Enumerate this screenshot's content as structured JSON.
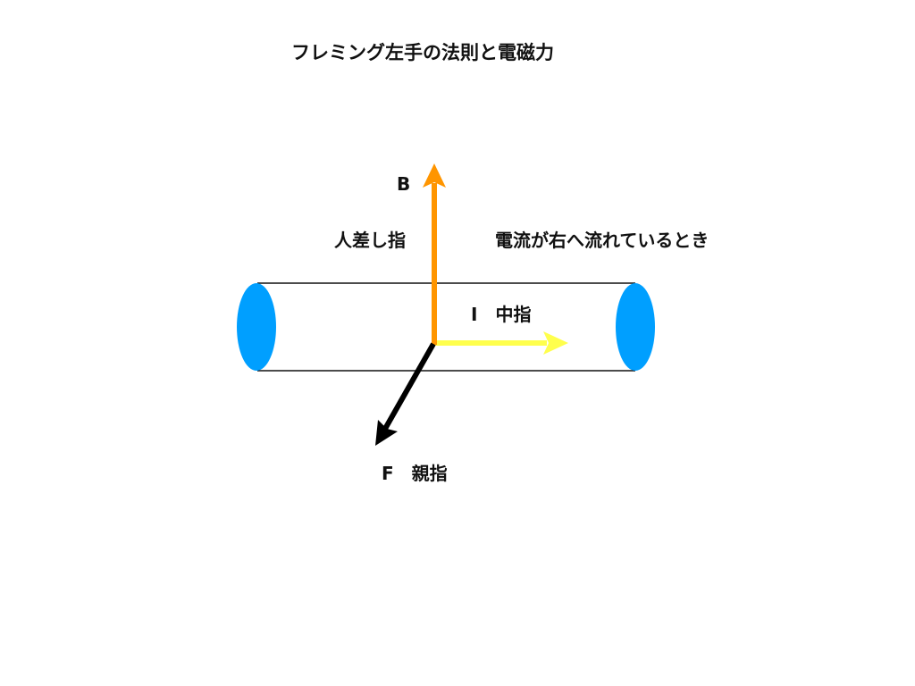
{
  "title": "フレミング左手の法則と電磁力",
  "labels": {
    "b": "B",
    "index_finger": "人差し指",
    "condition": "電流が右へ流れているとき",
    "current": "I　中指",
    "force": "F　親指"
  },
  "colors": {
    "field_arrow": "#FF9500",
    "current_arrow": "#FFFF4D",
    "force_arrow": "#000000",
    "wire_ends": "#009FFF",
    "wire_outline": "#111111"
  }
}
